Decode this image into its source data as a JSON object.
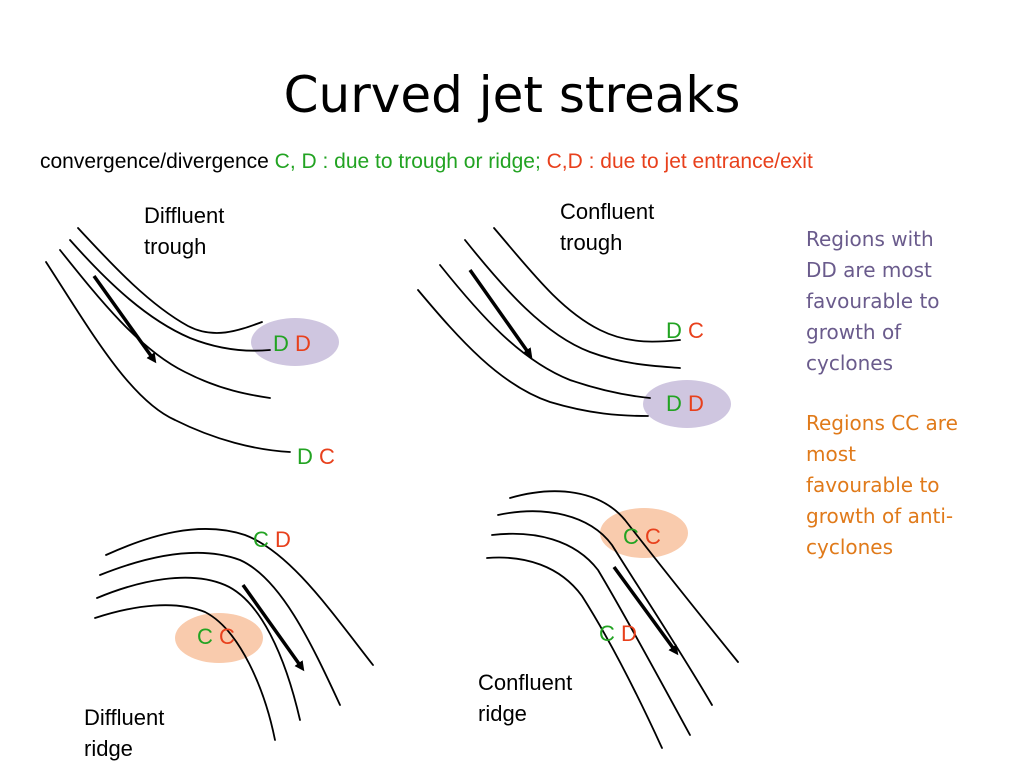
{
  "title": "Curved jet streaks",
  "subtitle": {
    "black": "convergence/divergence ",
    "green": "C, D : due to trough or ridge; ",
    "red": "C,D : due to jet entrance/exit"
  },
  "colors": {
    "green": "#22a322",
    "red": "#e8401c",
    "purple_ellipse": "#cfc6e0",
    "orange_ellipse": "#f9cbad",
    "note_purple": "#6a5b8c",
    "note_orange": "#e07a1a"
  },
  "panels": {
    "diffluent_trough": {
      "label_line1": "Diffluent",
      "label_line2": "trough",
      "ellipse_pair": {
        "first": "D",
        "second": "D"
      },
      "pair": {
        "first": "D",
        "second": "C"
      }
    },
    "confluent_trough": {
      "label_line1": "Confluent",
      "label_line2": "trough",
      "pair": {
        "first": "D",
        "second": "C"
      },
      "ellipse_pair": {
        "first": "D",
        "second": "D"
      }
    },
    "diffluent_ridge": {
      "label_line1": "Diffluent",
      "label_line2": "ridge",
      "pair": {
        "first": "C",
        "second": "D"
      },
      "ellipse_pair": {
        "first": "C",
        "second": "C"
      }
    },
    "confluent_ridge": {
      "label_line1": "Confluent",
      "label_line2": "ridge",
      "ellipse_pair": {
        "first": "C",
        "second": "C"
      },
      "pair": {
        "first": "C",
        "second": "D"
      }
    }
  },
  "notes": {
    "dd": [
      "Regions with",
      "DD are most",
      "favourable to",
      "growth of",
      "cyclones"
    ],
    "cc": [
      "Regions CC are",
      "most",
      "favourable to",
      "growth of anti-",
      "cyclones"
    ]
  }
}
